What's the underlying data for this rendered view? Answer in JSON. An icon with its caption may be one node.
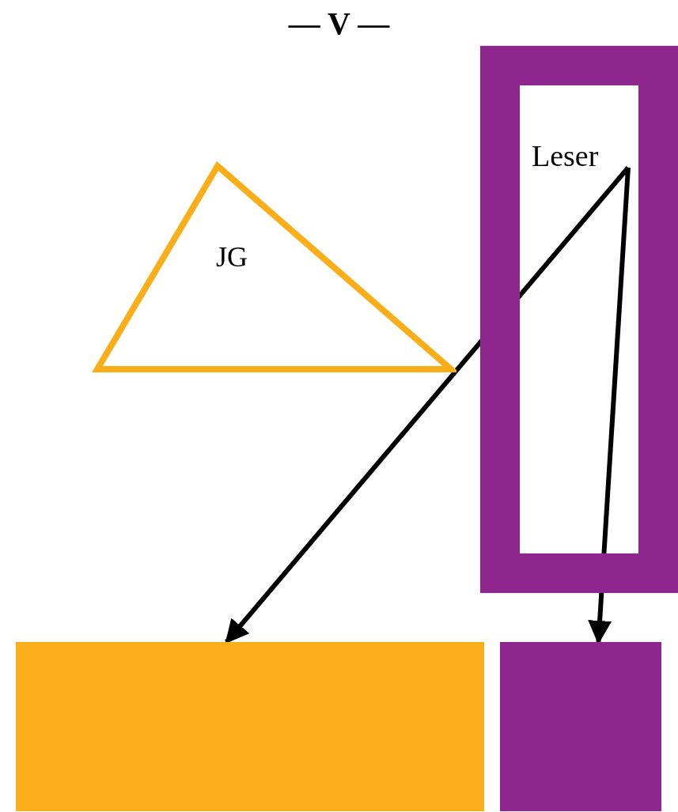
{
  "diagram": {
    "title": "— V —",
    "nodes": [
      {
        "text": [
          "JG"
        ]
      },
      {
        "text": [],
        "shape": "box"
      },
      {
        "text": [
          "Leser"
        ],
        "in": 1
      },
      {
        "text": [],
        "shape": "box"
      },
      {
        "text": [],
        "shape": "box"
      }
    ],
    "edges": [
      {
        "from": 2,
        "to": 3,
        "arrow": "to"
      },
      {
        "from": 2,
        "to": 4,
        "arrow": "to"
      }
    ]
  }
}
